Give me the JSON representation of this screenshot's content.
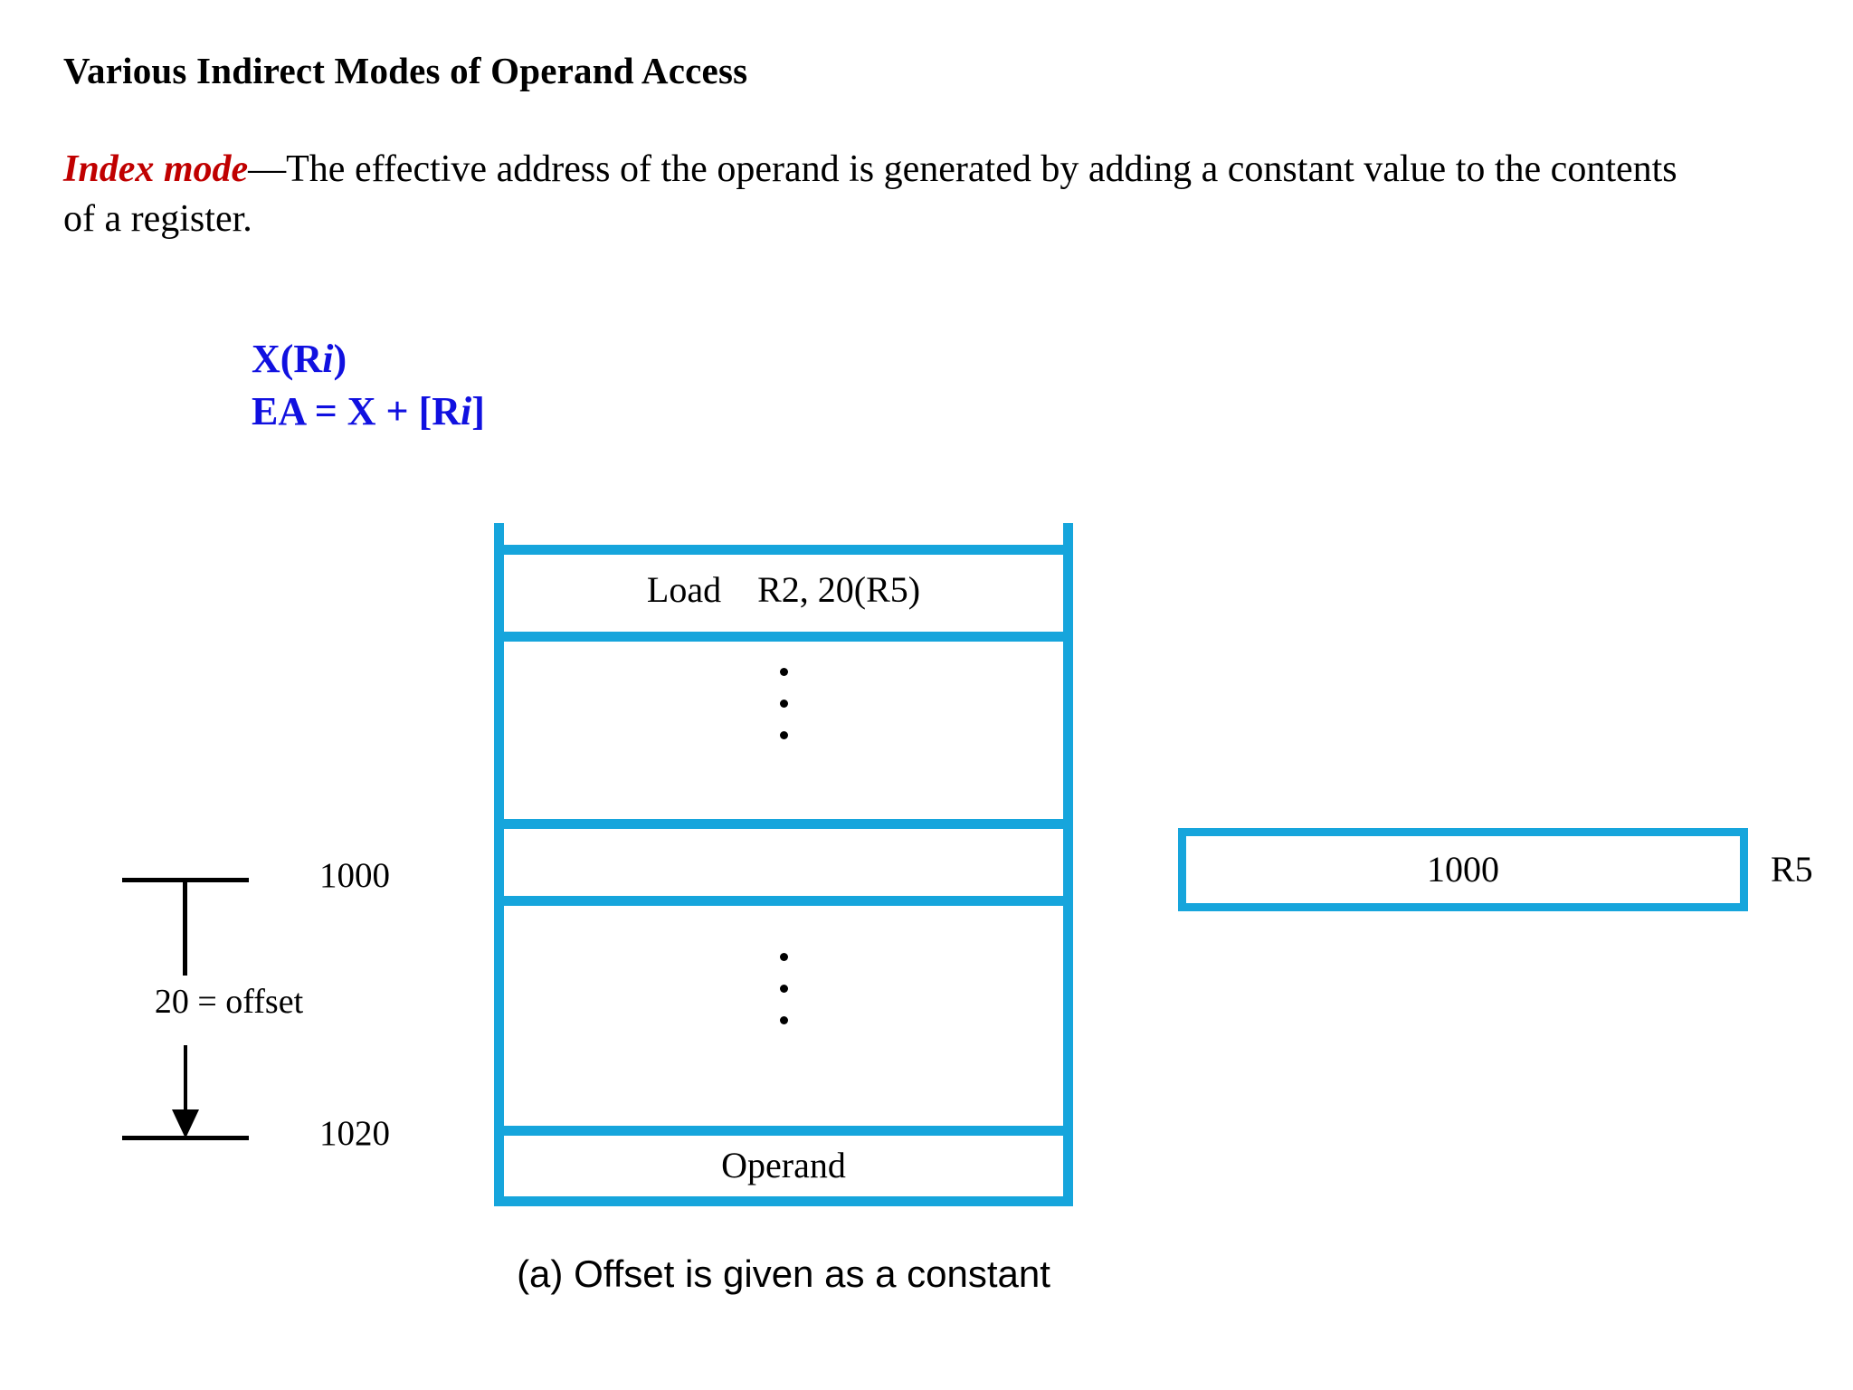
{
  "slide": {
    "title": "Various Indirect Modes of Operand Access",
    "intro": {
      "term": "Index mode",
      "body": "—The effective address of the operand is generated by adding a constant value to the contents of a register."
    },
    "formulas": {
      "syntax_prefix": "X(R",
      "syntax_index": "i",
      "syntax_suffix": ")",
      "ea_prefix": "EA = X + [R",
      "ea_index": "i",
      "ea_suffix": "]"
    },
    "colors": {
      "title": "#000000",
      "term_red": "#c00000",
      "formula_blue": "#1010e0",
      "diagram_blue": "#16a5dc"
    }
  },
  "memory_diagram": {
    "instruction_cell": "Load    R2, 20(R5)",
    "operand_cell": "Operand",
    "ellipsis_dots": 3,
    "caption": "(a) Offset is given as a constant"
  },
  "offset_annotation": {
    "base_address": "1000",
    "target_address": "1020",
    "offset_label": "20 = offset"
  },
  "register": {
    "value": "1000",
    "name": "R5"
  }
}
